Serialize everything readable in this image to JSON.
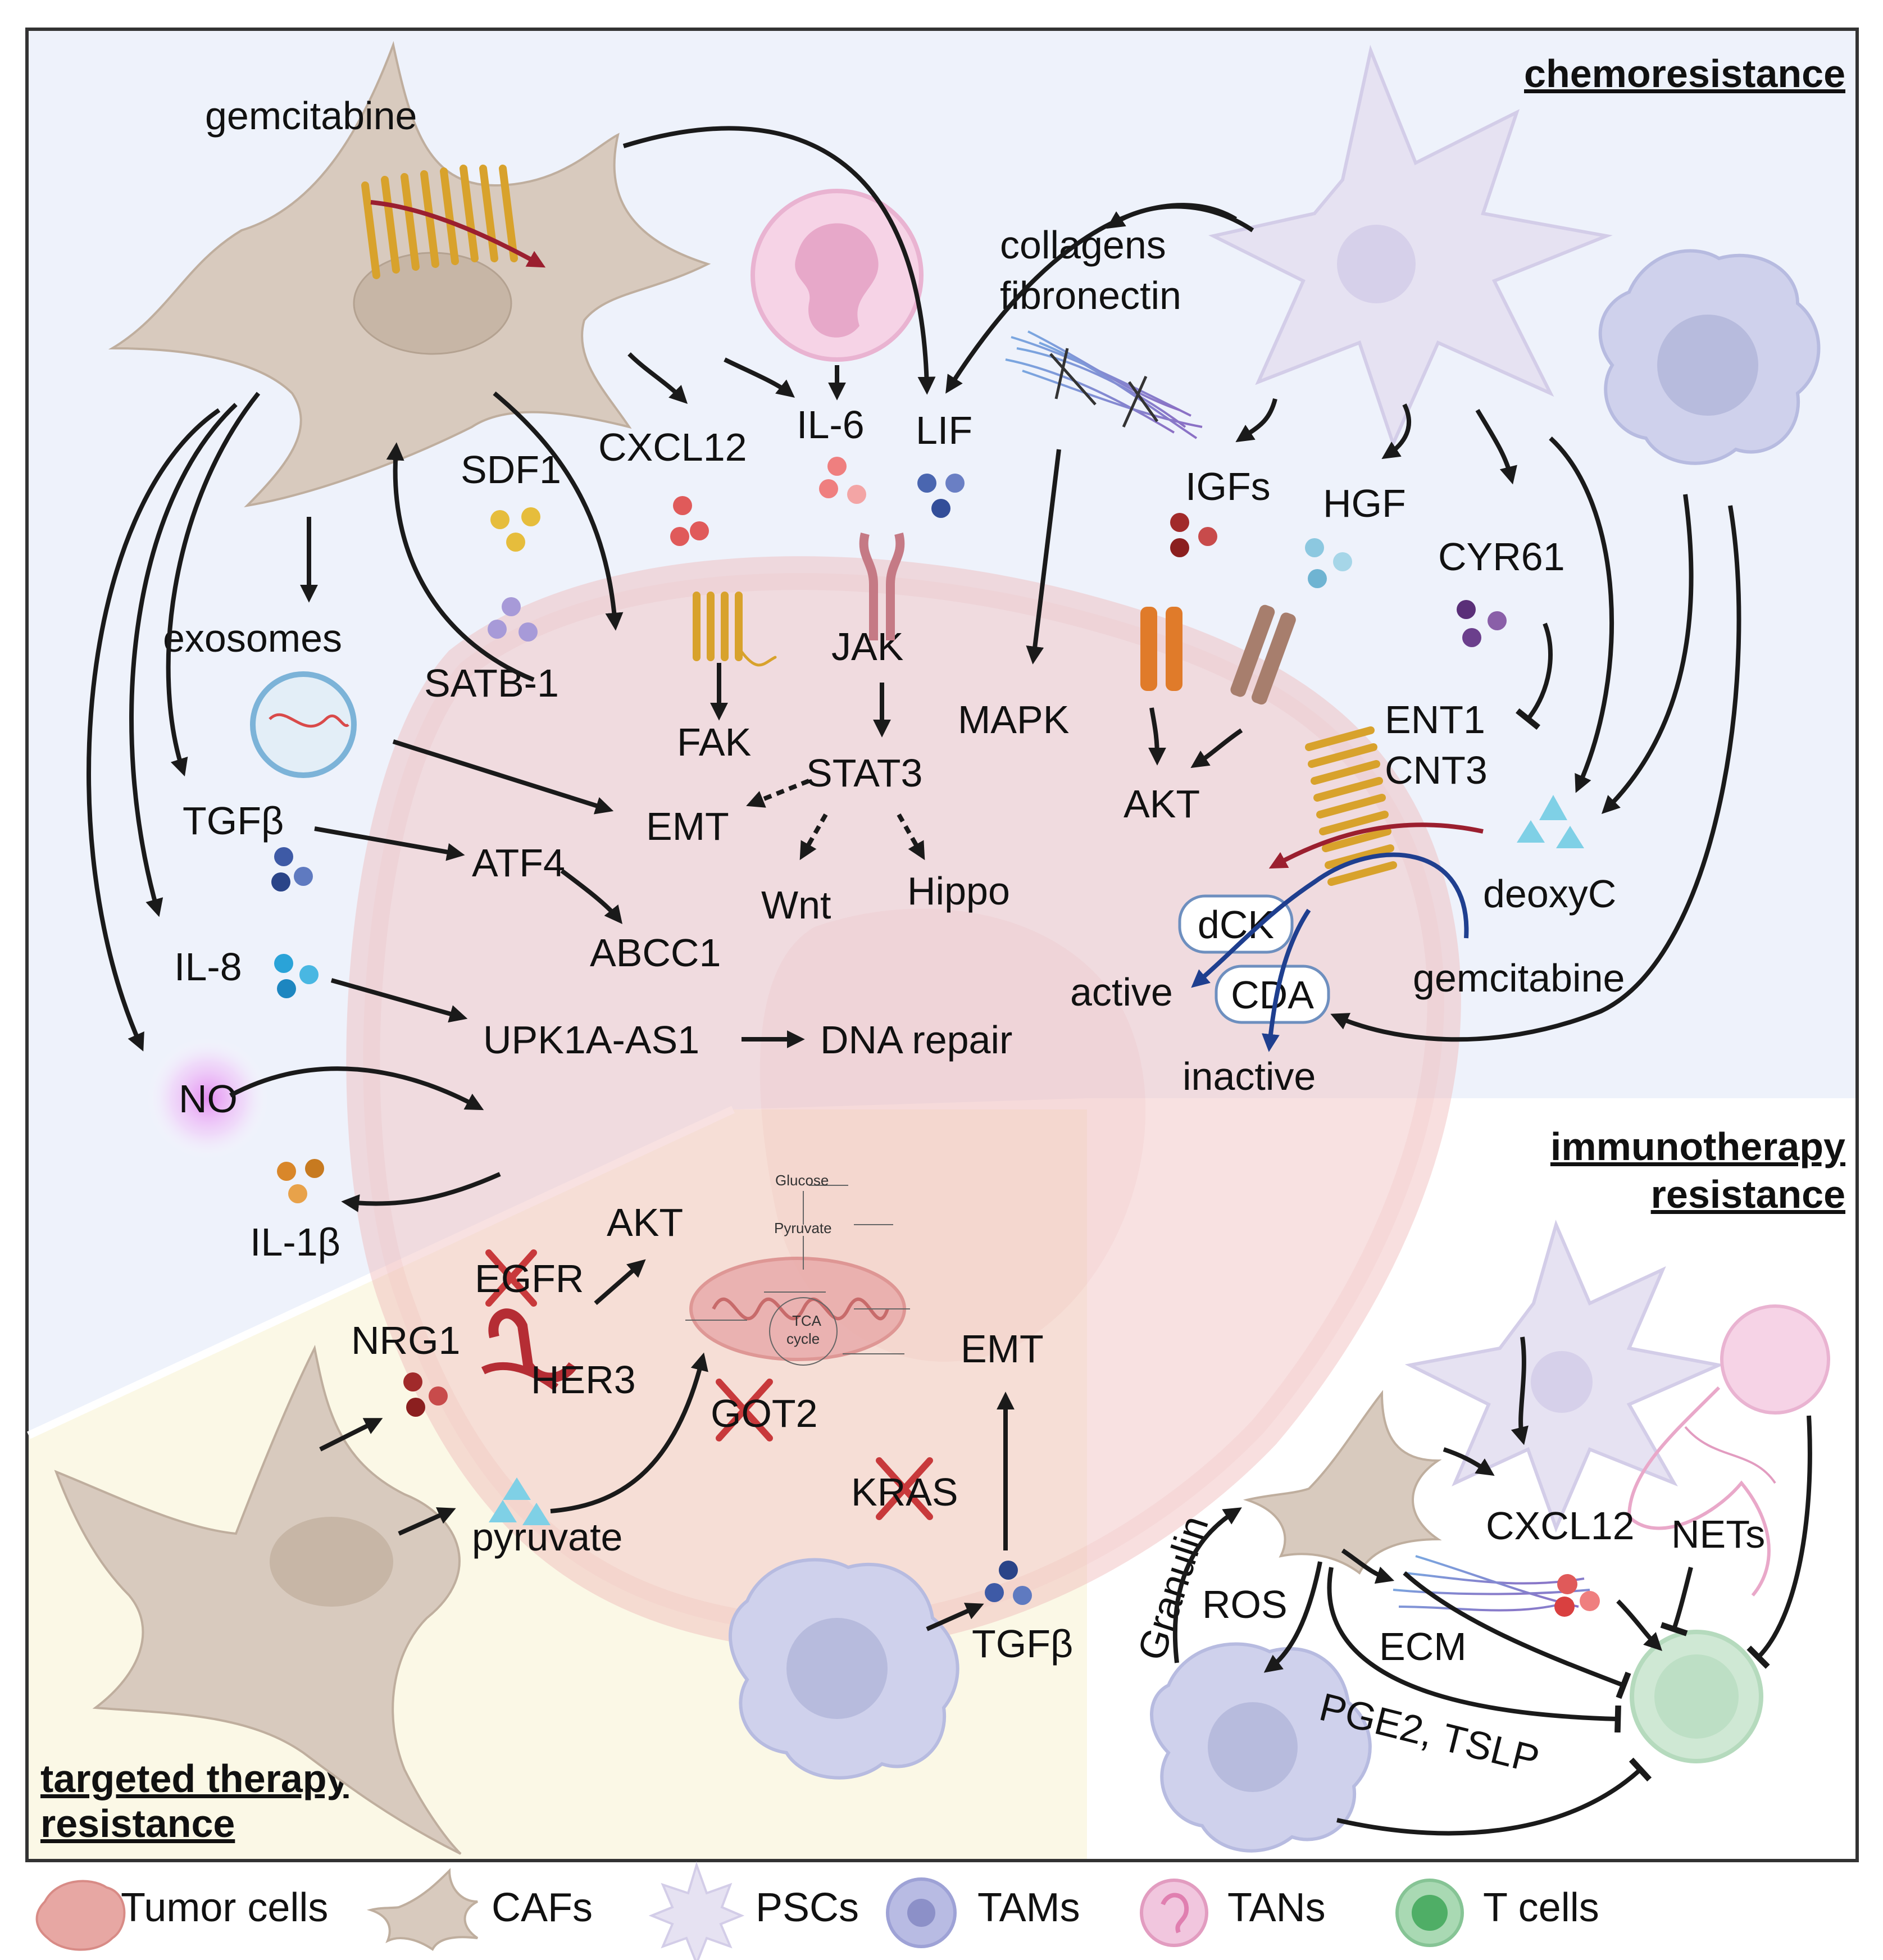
{
  "panels": {
    "chemoresistance": "chemoresistance",
    "targeted_line1": "targeted therapy",
    "targeted_line2": "resistance",
    "immuno_line1": "immunotherapy",
    "immuno_line2": "resistance"
  },
  "chemo": {
    "gemcitabine_top": "gemcitabine",
    "collagens": "collagens",
    "fibronectin": "fibronectin",
    "cxcl12": "CXCL12",
    "il6": "IL-6",
    "lif": "LIF",
    "sdf1": "SDF1",
    "satb1": "SATB-1",
    "exosomes": "exosomes",
    "igfs": "IGFs",
    "hgf": "HGF",
    "cyr61": "CYR61",
    "jak": "JAK",
    "fak": "FAK",
    "stat3": "STAT3",
    "mapk": "MAPK",
    "akt": "AKT",
    "ent1": "ENT1",
    "cnt3": "CNT3",
    "emt": "EMT",
    "tgfb": "TGFβ",
    "atf4": "ATF4",
    "abcc1": "ABCC1",
    "wnt": "Wnt",
    "hippo": "Hippo",
    "deoxyc": "deoxyC",
    "dck": "dCK",
    "cda": "CDA",
    "active": "active",
    "inactive": "inactive",
    "gemcitabine_bottom": "gemcitabine",
    "il8": "IL-8",
    "upk1a": "UPK1A-AS1",
    "dna_repair": "DNA repair",
    "no": "NO",
    "il1b": "IL-1β"
  },
  "targeted": {
    "akt": "AKT",
    "egfr": "EGFR",
    "nrg1": "NRG1",
    "her3": "HER3",
    "got2": "GOT2",
    "kras": "KRAS",
    "emt": "EMT",
    "pyruvate": "pyruvate",
    "tgfb": "TGFβ",
    "glucose": "Glucose",
    "pyruvate_small": "Pyruvate",
    "tca1": "TCA",
    "tca2": "cycle"
  },
  "immuno": {
    "granulin": "Granulin",
    "ros": "ROS",
    "ecm": "ECM",
    "cxcl12": "CXCL12",
    "nets": "NETs",
    "pge2": "PGE2, TSLP"
  },
  "legend": [
    {
      "label": "Tumor cells",
      "icon": "tumor-cell-icon"
    },
    {
      "label": "CAFs",
      "icon": "caf-icon"
    },
    {
      "label": "PSCs",
      "icon": "psc-icon"
    },
    {
      "label": "TAMs",
      "icon": "tam-icon"
    },
    {
      "label": "TANs",
      "icon": "tan-icon"
    },
    {
      "label": "T cells",
      "icon": "t-cell-icon"
    }
  ],
  "colors": {
    "chemo_bg": "#eef2fb",
    "targeted_bg": "#fbf8e6",
    "immuno_bg": "#ffffff",
    "caf": "#d8cabe",
    "psc": "#e6e2f2",
    "tam": "#cfd1ec",
    "tan": "#f1c6de",
    "tcell": "#cfe8d4",
    "tumor": "#f0d2d0",
    "gem_red": "#9b1f2f",
    "deoxy_blue": "#1f3f8f"
  }
}
